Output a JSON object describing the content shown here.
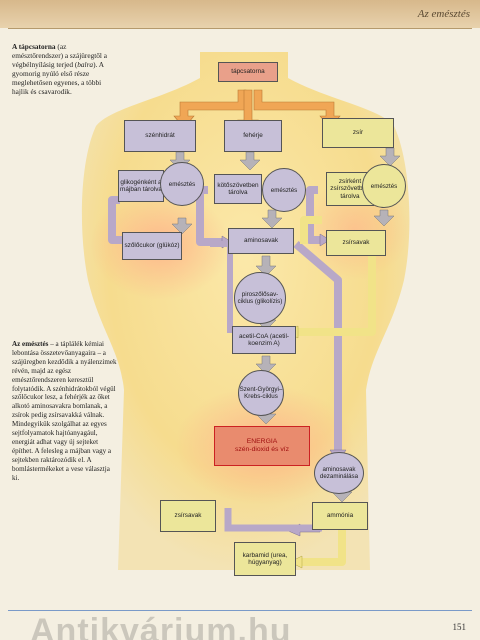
{
  "header": {
    "section_title": "Az emésztés"
  },
  "intro_text": {
    "term": "A tápcsatorna",
    "body_1": " (az emésztőrendszer) a szájüregtől a végbélnyílásig terjed (",
    "italic": "balra",
    "body_2": "). A gyomorig nyúló első része meglehetősen egyenes, a többi hajlik és csavarodik."
  },
  "side_text": {
    "term": "Az emésztés",
    "body": " – a táplálék kémiai lebontása összetevőanyagaira – a szájüregben kezdődik a nyálenzimek révén, majd az egész emésztőrendszeren keresztül folytatódik. A szénhidrátokból végül szőlőcukor lesz, a fehérjék az őket alkotó aminosavakra bomlanak, a zsírok pedig zsírsavakká válnak. Mindegyikük szolgálhat az egyes sejtfolyamatok hajtóanyagául, energiát adhat vagy új sejteket építhet. A felesleg a májban vagy a sejtekben raktározódik el. A bomlástermékeket a vese választja ki."
  },
  "diagram": {
    "tapcsatorna": "tápcsatorna",
    "szenhidrat": "szénhidrát",
    "feherje": "fehérje",
    "zsir": "zsír",
    "glikogen": "glikogénként a májban tárolva",
    "emesztes_left": "emésztés",
    "kotoszovet": "kötőszövetben tárolva",
    "emesztes_mid": "emésztés",
    "zsirkent": "zsírként zsírszövetben tárolva",
    "emesztes_right": "emésztés",
    "szolocukor": "szőlőcukor (glükóz)",
    "aminosavak": "aminosavak",
    "zsirsavak_top": "zsírsavak",
    "piroszolosav": "piroszőlősav-ciklus (glikolízis)",
    "acetil": "acetil-CoA (acetil-koenzim A)",
    "szentgyorgyi": "Szent-Györgyi–Krebs-ciklus",
    "energia_title": "ENERGIA",
    "energia_body": "szén-dioxid és víz",
    "aminosavak_dez": "aminosavak dezaminálása",
    "zsirsavak_bottom": "zsírsavak",
    "ammonia": "ammónia",
    "karbamid": "karbamid (urea, húgyanyag)"
  },
  "footer": {
    "page_number": "151",
    "watermark": "Antikvárium.hu"
  },
  "colors": {
    "lavender": "#c7c0d8",
    "salmon": "#e9a08a",
    "yellow": "#ece69a",
    "energy_red": "#c22222",
    "accent_blue": "#7a9ac8"
  }
}
